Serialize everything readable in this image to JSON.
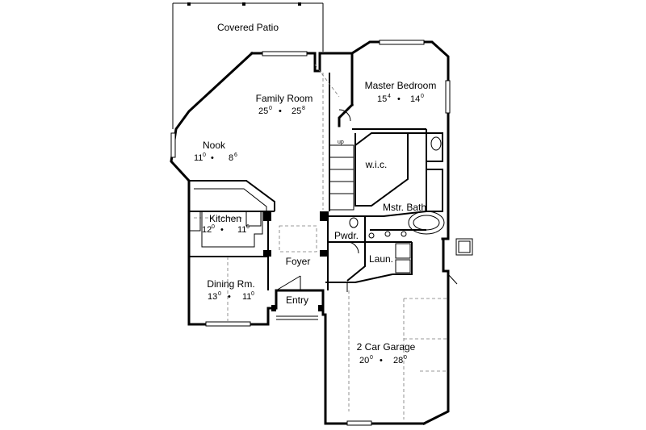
{
  "rooms": [
    {
      "key": "covered_patio",
      "name": "Covered Patio",
      "dims": null
    },
    {
      "key": "family_room",
      "name": "Family Room",
      "dims": {
        "w": "25",
        "w_sup": "0",
        "h": "25",
        "h_sup": "8"
      }
    },
    {
      "key": "master_bedroom",
      "name": "Master Bedroom",
      "dims": {
        "w": "15",
        "w_sup": "4",
        "h": "14",
        "h_sup": "0"
      }
    },
    {
      "key": "nook",
      "name": "Nook",
      "dims": {
        "w": "11",
        "w_sup": "0",
        "h": "8",
        "h_sup": "6"
      }
    },
    {
      "key": "wic",
      "name": "w.i.c.",
      "dims": null
    },
    {
      "key": "kitchen",
      "name": "Kitchen",
      "dims": {
        "w": "12",
        "w_sup": "0",
        "h": "11",
        "h_sup": "6"
      }
    },
    {
      "key": "mstr_bath",
      "name": "Mstr. Bath",
      "dims": null
    },
    {
      "key": "pwdr",
      "name": "Pwdr.",
      "dims": null
    },
    {
      "key": "foyer",
      "name": "Foyer",
      "dims": null
    },
    {
      "key": "laundry",
      "name": "Laun.",
      "dims": null
    },
    {
      "key": "dining",
      "name": "Dining Rm.",
      "dims": {
        "w": "13",
        "w_sup": "0",
        "h": "11",
        "h_sup": "0"
      }
    },
    {
      "key": "entry",
      "name": "Entry",
      "dims": null
    },
    {
      "key": "garage",
      "name": "2 Car Garage",
      "dims": {
        "w": "20",
        "w_sup": "0",
        "h": "28",
        "h_sup": "0"
      }
    }
  ],
  "stair_label": "up",
  "separator": "•"
}
